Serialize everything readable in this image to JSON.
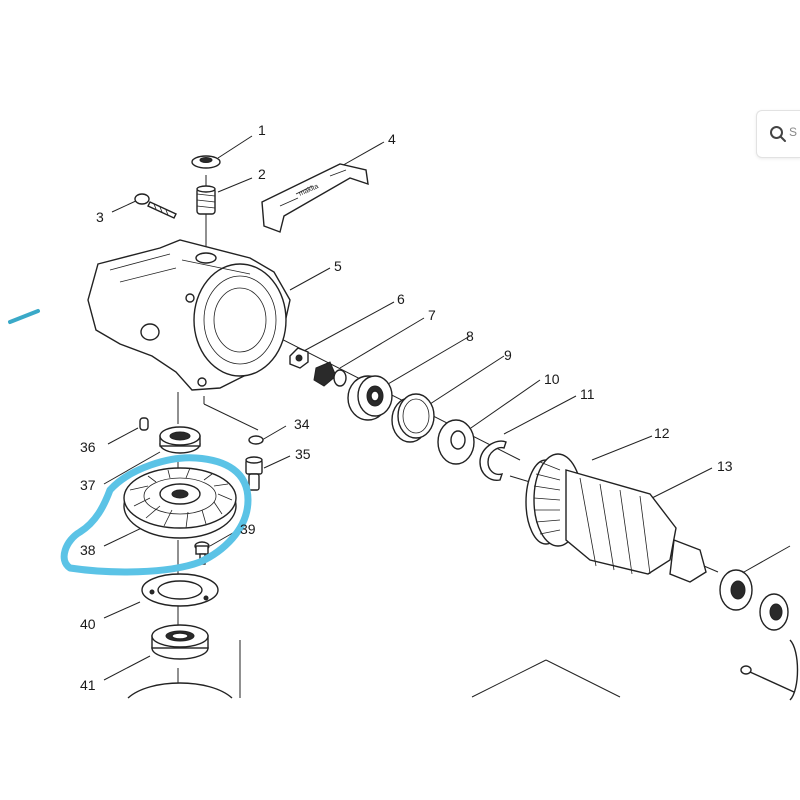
{
  "part_numbers": [
    "1",
    "2",
    "3",
    "4",
    "5",
    "6",
    "7",
    "8",
    "9",
    "10",
    "11",
    "12",
    "13",
    "34",
    "35",
    "36",
    "37",
    "38",
    "39",
    "40",
    "41"
  ],
  "brand_mark": "makita",
  "search": {
    "icon": "search-icon",
    "stub_text": "S"
  },
  "highlight": {
    "color": "#5bc3e6",
    "circled_part": "38"
  },
  "stray_mark_color": "#3aa9c8"
}
